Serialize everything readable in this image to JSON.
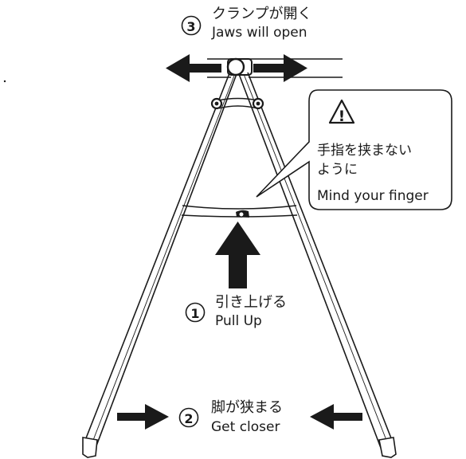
{
  "step3": {
    "number": "3",
    "jp": "クランプが開く",
    "en": "Jaws will open"
  },
  "step1": {
    "number": "1",
    "jp": "引き上げる",
    "en": "Pull Up"
  },
  "step2": {
    "number": "2",
    "jp": "脚が狭まる",
    "en": "Get closer"
  },
  "callout": {
    "warning_symbol": "!",
    "jp_line1": "手指を挟まない",
    "jp_line2": "ように",
    "en": "Mind your finger"
  },
  "colors": {
    "ink": "#1a1a1a",
    "background": "#ffffff"
  }
}
